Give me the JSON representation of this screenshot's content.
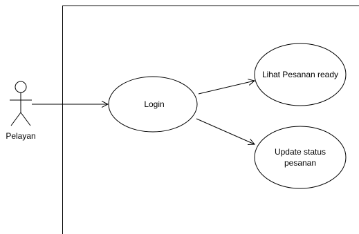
{
  "actor": {
    "name": "Pelayan",
    "icon": "stick-figure-actor"
  },
  "use_cases": {
    "login": "Login",
    "lihat_pesanan": "Lihat Pesanan ready",
    "update_status_line1": "Update status",
    "update_status_line2": "pesanan"
  },
  "colors": {
    "stroke": "#000000",
    "fill": "#ffffff"
  }
}
